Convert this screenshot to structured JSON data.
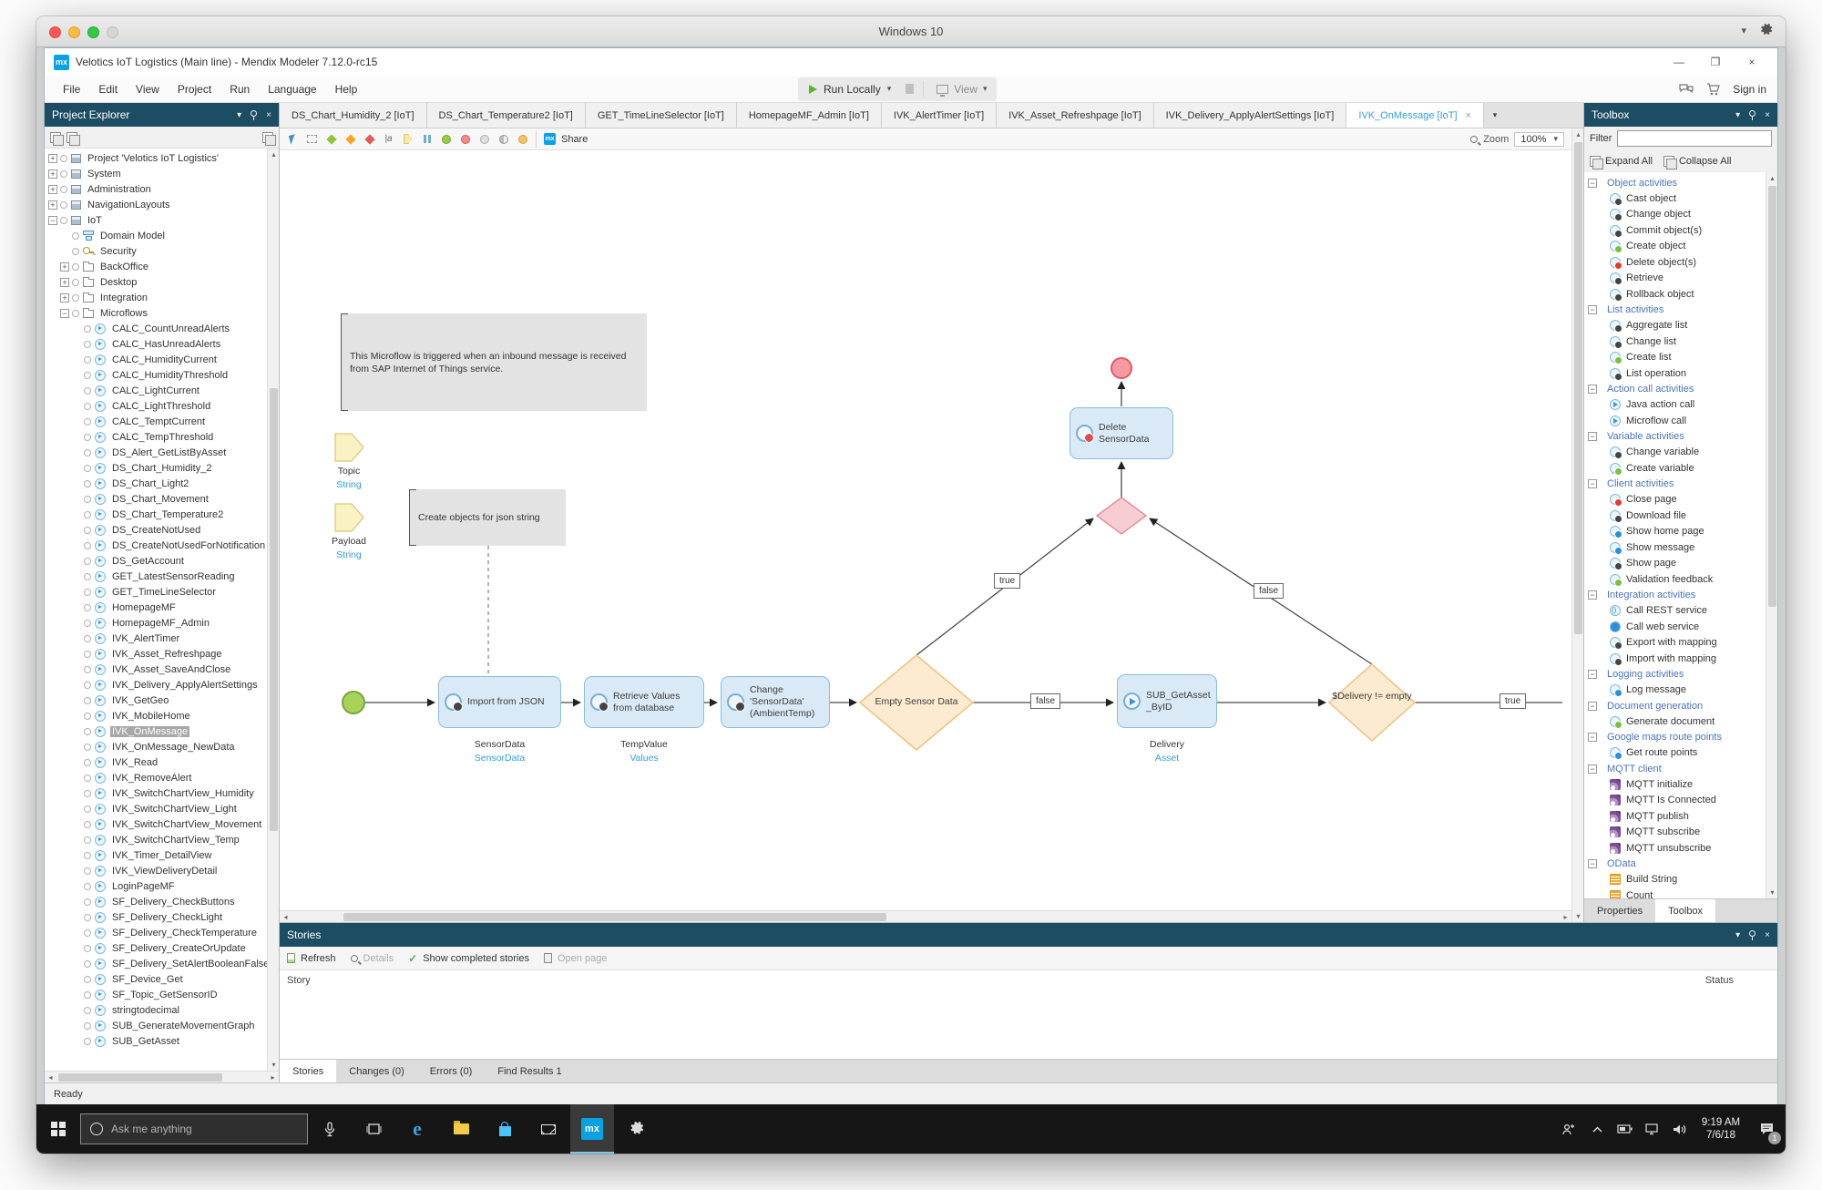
{
  "desktop": {
    "vm_title": "Windows 10"
  },
  "window": {
    "logo": "mx",
    "title": "Velotics IoT Logistics (Main line) - Mendix Modeler 7.12.0-rc15"
  },
  "menubar": {
    "menus": [
      "File",
      "Edit",
      "View",
      "Project",
      "Run",
      "Language",
      "Help"
    ],
    "run_label": "Run Locally",
    "view_label": "View",
    "sign_in": "Sign in"
  },
  "tabs": [
    {
      "label": "DS_Chart_Humidity_2 [IoT]"
    },
    {
      "label": "DS_Chart_Temperature2 [IoT]"
    },
    {
      "label": "GET_TimeLineSelector [IoT]"
    },
    {
      "label": "HomepageMF_Admin [IoT]"
    },
    {
      "label": "IVK_AlertTimer [IoT]"
    },
    {
      "label": "IVK_Asset_Refreshpage [IoT]"
    },
    {
      "label": "IVK_Delivery_ApplyAlertSettings [IoT]"
    },
    {
      "label": "IVK_OnMessage [IoT]",
      "active": true
    }
  ],
  "canvas_toolbar": {
    "share_label": "Share",
    "zoom_label": "Zoom",
    "zoom_value": "100%"
  },
  "project_explorer": {
    "title": "Project Explorer",
    "items": [
      {
        "d": 0,
        "e": "+",
        "i": "project",
        "t": "Project 'Velotics IoT Logistics'"
      },
      {
        "d": 0,
        "e": "+",
        "i": "cube",
        "t": "System"
      },
      {
        "d": 0,
        "e": "+",
        "i": "cube",
        "t": "Administration"
      },
      {
        "d": 0,
        "e": "+",
        "i": "cube",
        "t": "NavigationLayouts"
      },
      {
        "d": 0,
        "e": "-",
        "i": "cube",
        "t": "IoT"
      },
      {
        "d": 1,
        "e": "",
        "i": "domain",
        "t": "Domain Model"
      },
      {
        "d": 1,
        "e": "",
        "i": "key",
        "t": "Security"
      },
      {
        "d": 1,
        "e": "+",
        "i": "folder",
        "t": "BackOffice"
      },
      {
        "d": 1,
        "e": "+",
        "i": "folder",
        "t": "Desktop"
      },
      {
        "d": 1,
        "e": "+",
        "i": "folder",
        "t": "Integration"
      },
      {
        "d": 1,
        "e": "-",
        "i": "folder",
        "t": "Microflows"
      },
      {
        "d": 2,
        "e": "",
        "i": "mf",
        "t": "CALC_CountUnreadAlerts"
      },
      {
        "d": 2,
        "e": "",
        "i": "mf",
        "t": "CALC_HasUnreadAlerts"
      },
      {
        "d": 2,
        "e": "",
        "i": "mf",
        "t": "CALC_HumidityCurrent"
      },
      {
        "d": 2,
        "e": "",
        "i": "mf",
        "t": "CALC_HumidityThreshold"
      },
      {
        "d": 2,
        "e": "",
        "i": "mf",
        "t": "CALC_LightCurrent"
      },
      {
        "d": 2,
        "e": "",
        "i": "mf",
        "t": "CALC_LightThreshold"
      },
      {
        "d": 2,
        "e": "",
        "i": "mf",
        "t": "CALC_TemptCurrent"
      },
      {
        "d": 2,
        "e": "",
        "i": "mf",
        "t": "CALC_TempThreshold"
      },
      {
        "d": 2,
        "e": "",
        "i": "mf",
        "t": "DS_Alert_GetListByAsset"
      },
      {
        "d": 2,
        "e": "",
        "i": "mf",
        "t": "DS_Chart_Humidity_2"
      },
      {
        "d": 2,
        "e": "",
        "i": "mf",
        "t": "DS_Chart_Light2"
      },
      {
        "d": 2,
        "e": "",
        "i": "mf",
        "t": "DS_Chart_Movement"
      },
      {
        "d": 2,
        "e": "",
        "i": "mf",
        "t": "DS_Chart_Temperature2"
      },
      {
        "d": 2,
        "e": "",
        "i": "mf",
        "t": "DS_CreateNotUsed"
      },
      {
        "d": 2,
        "e": "",
        "i": "mf",
        "t": "DS_CreateNotUsedForNotification"
      },
      {
        "d": 2,
        "e": "",
        "i": "mf",
        "t": "DS_GetAccount"
      },
      {
        "d": 2,
        "e": "",
        "i": "mf",
        "t": "GET_LatestSensorReading"
      },
      {
        "d": 2,
        "e": "",
        "i": "mf",
        "t": "GET_TimeLineSelector"
      },
      {
        "d": 2,
        "e": "",
        "i": "mf",
        "t": "HomepageMF"
      },
      {
        "d": 2,
        "e": "",
        "i": "mf",
        "t": "HomepageMF_Admin"
      },
      {
        "d": 2,
        "e": "",
        "i": "mf",
        "t": "IVK_AlertTimer"
      },
      {
        "d": 2,
        "e": "",
        "i": "mf",
        "t": "IVK_Asset_Refreshpage"
      },
      {
        "d": 2,
        "e": "",
        "i": "mf",
        "t": "IVK_Asset_SaveAndClose"
      },
      {
        "d": 2,
        "e": "",
        "i": "mf",
        "t": "IVK_Delivery_ApplyAlertSettings"
      },
      {
        "d": 2,
        "e": "",
        "i": "mf",
        "t": "IVK_GetGeo"
      },
      {
        "d": 2,
        "e": "",
        "i": "mf",
        "t": "IVK_MobileHome"
      },
      {
        "d": 2,
        "e": "",
        "i": "mf",
        "t": "IVK_OnMessage",
        "sel": true
      },
      {
        "d": 2,
        "e": "",
        "i": "mf",
        "t": "IVK_OnMessage_NewData"
      },
      {
        "d": 2,
        "e": "",
        "i": "mf",
        "t": "IVK_Read"
      },
      {
        "d": 2,
        "e": "",
        "i": "mf",
        "t": "IVK_RemoveAlert"
      },
      {
        "d": 2,
        "e": "",
        "i": "mf",
        "t": "IVK_SwitchChartView_Humidity"
      },
      {
        "d": 2,
        "e": "",
        "i": "mf",
        "t": "IVK_SwitchChartView_Light"
      },
      {
        "d": 2,
        "e": "",
        "i": "mf",
        "t": "IVK_SwitchChartView_Movement"
      },
      {
        "d": 2,
        "e": "",
        "i": "mf",
        "t": "IVK_SwitchChartView_Temp"
      },
      {
        "d": 2,
        "e": "",
        "i": "mf",
        "t": "IVK_Timer_DetailView"
      },
      {
        "d": 2,
        "e": "",
        "i": "mf",
        "t": "IVK_ViewDeliveryDetail"
      },
      {
        "d": 2,
        "e": "",
        "i": "mf",
        "t": "LoginPageMF"
      },
      {
        "d": 2,
        "e": "",
        "i": "mf",
        "t": "SF_Delivery_CheckButtons"
      },
      {
        "d": 2,
        "e": "",
        "i": "mf",
        "t": "SF_Delivery_CheckLight"
      },
      {
        "d": 2,
        "e": "",
        "i": "mf",
        "t": "SF_Delivery_CheckTemperature"
      },
      {
        "d": 2,
        "e": "",
        "i": "mf",
        "t": "SF_Delivery_CreateOrUpdate"
      },
      {
        "d": 2,
        "e": "",
        "i": "mf",
        "t": "SF_Delivery_SetAlertBooleanFalse"
      },
      {
        "d": 2,
        "e": "",
        "i": "mf",
        "t": "SF_Device_Get"
      },
      {
        "d": 2,
        "e": "",
        "i": "mf",
        "t": "SF_Topic_GetSensorID"
      },
      {
        "d": 2,
        "e": "",
        "i": "mf",
        "t": "stringtodecimal"
      },
      {
        "d": 2,
        "e": "",
        "i": "mf",
        "t": "SUB_GenerateMovementGraph"
      },
      {
        "d": 2,
        "e": "",
        "i": "mf",
        "t": "SUB_GetAsset"
      }
    ]
  },
  "microflow": {
    "annotation1": "This Microflow is triggered when an inbound message is received from SAP Internet of Things service.",
    "annotation2": "Create objects for json string",
    "param_topic": {
      "name": "Topic",
      "type": "String"
    },
    "param_payload": {
      "name": "Payload",
      "type": "String"
    },
    "act_import": {
      "label": "Import from JSON",
      "cap1": "SensorData",
      "cap2": "SensorData"
    },
    "act_retrieve": {
      "label": "Retrieve Values from database",
      "cap1": "TempValue",
      "cap2": "Values"
    },
    "act_change": {
      "label": "Change 'SensorData' (AmbientTemp)"
    },
    "act_sub": {
      "label": "SUB_GetAsset_ByID",
      "cap1": "Delivery",
      "cap2": "Asset"
    },
    "act_delete": {
      "label": "Delete SensorData"
    },
    "dec_empty": {
      "label": "Empty Sensor Data"
    },
    "dec_delivery": {
      "label": "$Delivery != empty"
    },
    "labels": {
      "t1": "true",
      "f1": "false",
      "f2": "false",
      "t2": "true"
    }
  },
  "toolbox": {
    "title": "Toolbox",
    "filter_label": "Filter",
    "expand_all": "Expand All",
    "collapse_all": "Collapse All",
    "tabs": [
      "Properties",
      "Toolbox"
    ],
    "sections": [
      {
        "h": "Object activities",
        "items": [
          {
            "i": "dark",
            "t": "Cast object"
          },
          {
            "i": "dark",
            "t": "Change object"
          },
          {
            "i": "dark",
            "t": "Commit object(s)"
          },
          {
            "i": "green",
            "t": "Create object"
          },
          {
            "i": "red",
            "t": "Delete object(s)"
          },
          {
            "i": "dark",
            "t": "Retrieve"
          },
          {
            "i": "dark",
            "t": "Rollback object"
          }
        ]
      },
      {
        "h": "List activities",
        "items": [
          {
            "i": "dark",
            "t": "Aggregate list"
          },
          {
            "i": "dark",
            "t": "Change list"
          },
          {
            "i": "green",
            "t": "Create list"
          },
          {
            "i": "dark",
            "t": "List operation"
          }
        ]
      },
      {
        "h": "Action call activities",
        "items": [
          {
            "i": "play",
            "t": "Java action call"
          },
          {
            "i": "play",
            "t": "Microflow call"
          }
        ]
      },
      {
        "h": "Variable activities",
        "items": [
          {
            "i": "dark",
            "t": "Change variable"
          },
          {
            "i": "green",
            "t": "Create variable"
          }
        ]
      },
      {
        "h": "Client activities",
        "items": [
          {
            "i": "red",
            "t": "Close page"
          },
          {
            "i": "dark",
            "t": "Download file"
          },
          {
            "i": "blue",
            "t": "Show home page"
          },
          {
            "i": "blue",
            "t": "Show message"
          },
          {
            "i": "dark",
            "t": "Show page"
          },
          {
            "i": "green",
            "t": "Validation feedback"
          }
        ]
      },
      {
        "h": "Integration activities",
        "items": [
          {
            "i": "rest",
            "t": "Call REST service"
          },
          {
            "i": "ws",
            "t": "Call web service"
          },
          {
            "i": "dark",
            "t": "Export with mapping"
          },
          {
            "i": "dark",
            "t": "Import with mapping"
          }
        ]
      },
      {
        "h": "Logging activities",
        "items": [
          {
            "i": "blue",
            "t": "Log message"
          }
        ]
      },
      {
        "h": "Document generation",
        "items": [
          {
            "i": "green",
            "t": "Generate document"
          }
        ]
      },
      {
        "h": "Google maps route points",
        "items": [
          {
            "i": "blue",
            "t": "Get route points"
          }
        ]
      },
      {
        "h": "MQTT client",
        "items": [
          {
            "i": "mqtt",
            "t": "MQTT initialize"
          },
          {
            "i": "mqtt",
            "t": "MQTT Is Connected"
          },
          {
            "i": "mqtt",
            "t": "MQTT publish"
          },
          {
            "i": "mqtt",
            "t": "MQTT subscribe"
          },
          {
            "i": "mqtt",
            "t": "MQTT unsubscribe"
          }
        ]
      },
      {
        "h": "OData",
        "items": [
          {
            "i": "odata",
            "t": "Build String"
          },
          {
            "i": "odata",
            "t": "Count"
          }
        ]
      }
    ]
  },
  "stories": {
    "title": "Stories",
    "refresh": "Refresh",
    "details": "Details",
    "show_completed": "Show completed stories",
    "open_page": "Open page",
    "col_story": "Story",
    "col_status": "Status",
    "tabs": [
      "Stories",
      "Changes (0)",
      "Errors (0)",
      "Find Results 1"
    ]
  },
  "statusbar": {
    "text": "Ready"
  },
  "taskbar": {
    "search_placeholder": "Ask me anything",
    "clock_time": "9:19 AM",
    "clock_date": "7/6/18",
    "badge": "1",
    "icons": {
      "edge": "e",
      "mendix": "mx"
    }
  }
}
